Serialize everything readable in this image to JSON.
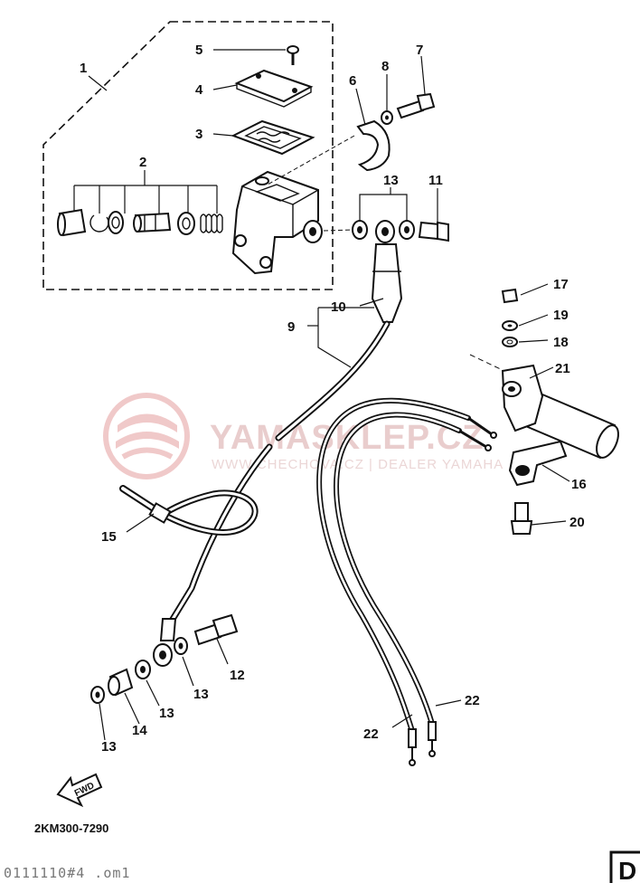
{
  "watermark": {
    "title": "YAMASKLEP.CZ",
    "subtitle": "WWW.CHECHOVA.CZ | DEALER YAMAHA",
    "color": "#e7c8c8"
  },
  "diagram_code": "2KM300-7290",
  "fwd_label": "FWD",
  "footer_text": "0111110#4 .om1",
  "corner_letter": "D",
  "callouts": [
    {
      "id": "c1",
      "text": "1"
    },
    {
      "id": "c2",
      "text": "2"
    },
    {
      "id": "c3",
      "text": "3"
    },
    {
      "id": "c4",
      "text": "4"
    },
    {
      "id": "c5",
      "text": "5"
    },
    {
      "id": "c6",
      "text": "6"
    },
    {
      "id": "c7",
      "text": "7"
    },
    {
      "id": "c8",
      "text": "8"
    },
    {
      "id": "c9",
      "text": "9"
    },
    {
      "id": "c10",
      "text": "10"
    },
    {
      "id": "c11",
      "text": "11"
    },
    {
      "id": "c12",
      "text": "12"
    },
    {
      "id": "c13a",
      "text": "13"
    },
    {
      "id": "c13b",
      "text": "13"
    },
    {
      "id": "c13c",
      "text": "13"
    },
    {
      "id": "c13d",
      "text": "13"
    },
    {
      "id": "c14",
      "text": "14"
    },
    {
      "id": "c15",
      "text": "15"
    },
    {
      "id": "c16",
      "text": "16"
    },
    {
      "id": "c17",
      "text": "17"
    },
    {
      "id": "c18",
      "text": "18"
    },
    {
      "id": "c19",
      "text": "19"
    },
    {
      "id": "c20",
      "text": "20"
    },
    {
      "id": "c21",
      "text": "21"
    },
    {
      "id": "c22a",
      "text": "22"
    },
    {
      "id": "c22b",
      "text": "22"
    }
  ]
}
